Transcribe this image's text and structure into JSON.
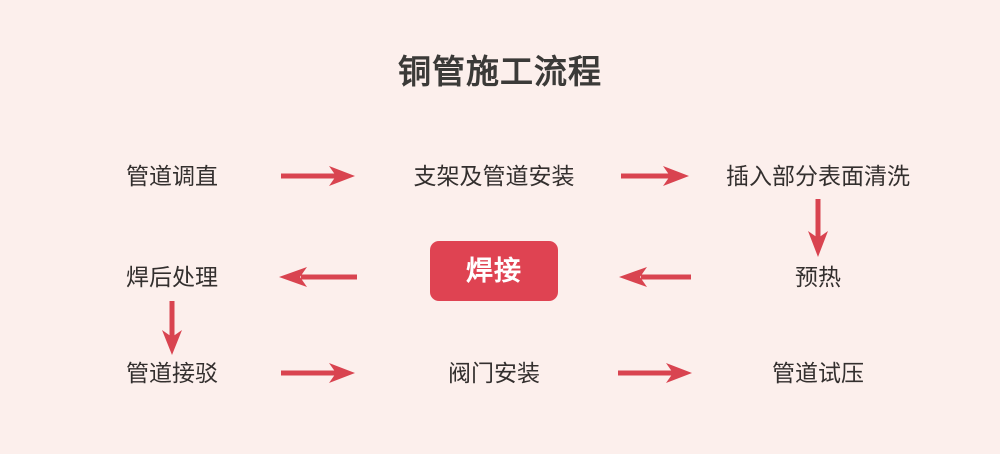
{
  "diagram": {
    "title": "铜管施工流程",
    "background_color": "#fcefec",
    "text_color": "#332f2e",
    "accent_color": "#df4352",
    "arrow_color": "#d94450",
    "nodes": [
      {
        "id": "n1",
        "label": "管道调直",
        "row": 1,
        "col": 1,
        "highlight": false
      },
      {
        "id": "n2",
        "label": "支架及管道安装",
        "row": 1,
        "col": 2,
        "highlight": false
      },
      {
        "id": "n3",
        "label": "插入部分表面清洗",
        "row": 1,
        "col": 3,
        "highlight": false
      },
      {
        "id": "n4",
        "label": "预热",
        "row": 2,
        "col": 3,
        "highlight": false
      },
      {
        "id": "n5",
        "label": "焊接",
        "row": 2,
        "col": 2,
        "highlight": true
      },
      {
        "id": "n6",
        "label": "焊后处理",
        "row": 2,
        "col": 1,
        "highlight": false
      },
      {
        "id": "n7",
        "label": "管道接驳",
        "row": 3,
        "col": 1,
        "highlight": false
      },
      {
        "id": "n8",
        "label": "阀门安装",
        "row": 3,
        "col": 2,
        "highlight": false
      },
      {
        "id": "n9",
        "label": "管道试压",
        "row": 3,
        "col": 3,
        "highlight": false
      }
    ],
    "arrows": [
      {
        "id": "a1",
        "from": "n1",
        "to": "n2",
        "direction": "right"
      },
      {
        "id": "a2",
        "from": "n2",
        "to": "n3",
        "direction": "right"
      },
      {
        "id": "a3",
        "from": "n3",
        "to": "n4",
        "direction": "down"
      },
      {
        "id": "a4",
        "from": "n4",
        "to": "n5",
        "direction": "left"
      },
      {
        "id": "a5",
        "from": "n5",
        "to": "n6",
        "direction": "left"
      },
      {
        "id": "a6",
        "from": "n6",
        "to": "n7",
        "direction": "down"
      },
      {
        "id": "a7",
        "from": "n7",
        "to": "n8",
        "direction": "right"
      },
      {
        "id": "a8",
        "from": "n8",
        "to": "n9",
        "direction": "right"
      }
    ]
  }
}
